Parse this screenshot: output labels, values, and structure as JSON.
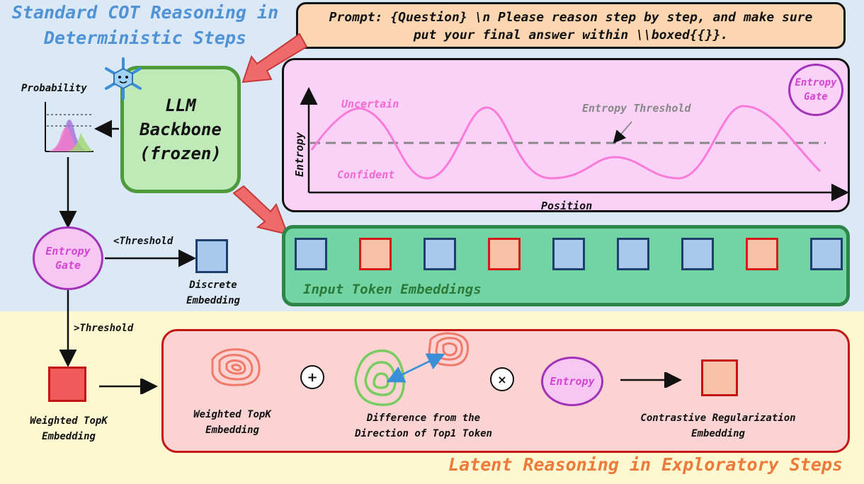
{
  "titles": {
    "standard": "Standard COT Reasoning in Deterministic Steps",
    "latent": "Latent Reasoning in Exploratory Steps"
  },
  "prompt": {
    "line1": "Prompt: {Question} \\n Please reason step by step, and make sure",
    "line2": "put your final answer within \\\\boxed{{}}."
  },
  "llm": {
    "line1": "LLM",
    "line2": "Backbone",
    "line3": "(frozen)"
  },
  "probability_label": "Probability",
  "chart_data": {
    "type": "line",
    "xlabel": "Position",
    "ylabel": "Entropy",
    "threshold_label": "Entropy Threshold",
    "annotations": {
      "high": "Uncertain",
      "low": "Confident"
    },
    "badge": {
      "line1": "Entropy",
      "line2": "Gate"
    }
  },
  "entropy_gate": {
    "line1": "Entropy",
    "line2": "Gate"
  },
  "thresholds": {
    "below": "<Threshold",
    "above": ">Threshold"
  },
  "discrete": {
    "line1": "Discrete",
    "line2": "Embedding"
  },
  "input_tokens": {
    "label": "Input Token Embeddings",
    "kinds": [
      "blue",
      "red",
      "blue",
      "red",
      "blue",
      "blue",
      "blue",
      "red",
      "blue"
    ]
  },
  "weighted_left": {
    "line1": "Weighted TopK",
    "line2": "Embedding"
  },
  "latent": {
    "weighted": {
      "line1": "Weighted TopK",
      "line2": "Embedding"
    },
    "difference": {
      "line1": "Difference from the",
      "line2": "Direction of Top1 Token"
    },
    "entropy": "Entropy",
    "contrastive": {
      "line1": "Contrastive Regularization",
      "line2": "Embedding"
    },
    "plus": "+",
    "times": "×"
  },
  "colors": {
    "top_bg": "#dbe8f5",
    "bottom_bg": "#fdf8d0",
    "token_blue": "#a9c8eb",
    "token_red": "#f8c1a8",
    "curve": "#f97ad8",
    "gate_purple": "#a233b8"
  }
}
